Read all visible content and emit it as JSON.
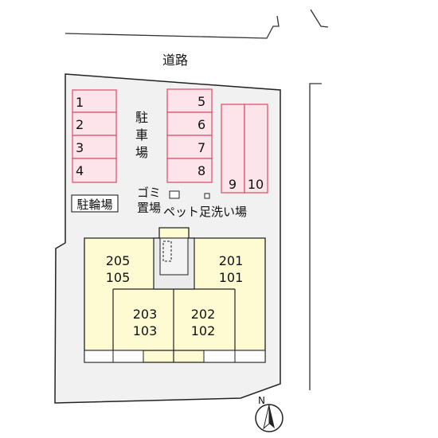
{
  "road_label": "道路",
  "parking": {
    "label_chars": [
      "駐",
      "車",
      "場"
    ],
    "spaces": [
      "1",
      "2",
      "3",
      "4",
      "5",
      "6",
      "7",
      "8",
      "9",
      "10"
    ]
  },
  "bicycle_parking": "駐輪場",
  "garbage": {
    "line1": "ゴミ",
    "line2": "置場"
  },
  "pet_wash": "ペット足洗い場",
  "units": [
    {
      "upper": "205",
      "lower": "105"
    },
    {
      "upper": "201",
      "lower": "101"
    },
    {
      "upper": "203",
      "lower": "103"
    },
    {
      "upper": "202",
      "lower": "102"
    }
  ],
  "compass": "N",
  "colors": {
    "parking_fill": "#fde3ea",
    "parking_stroke": "#e0556e",
    "building_fill": "#fefbd2",
    "lot_fill": "#f1f1f1"
  }
}
